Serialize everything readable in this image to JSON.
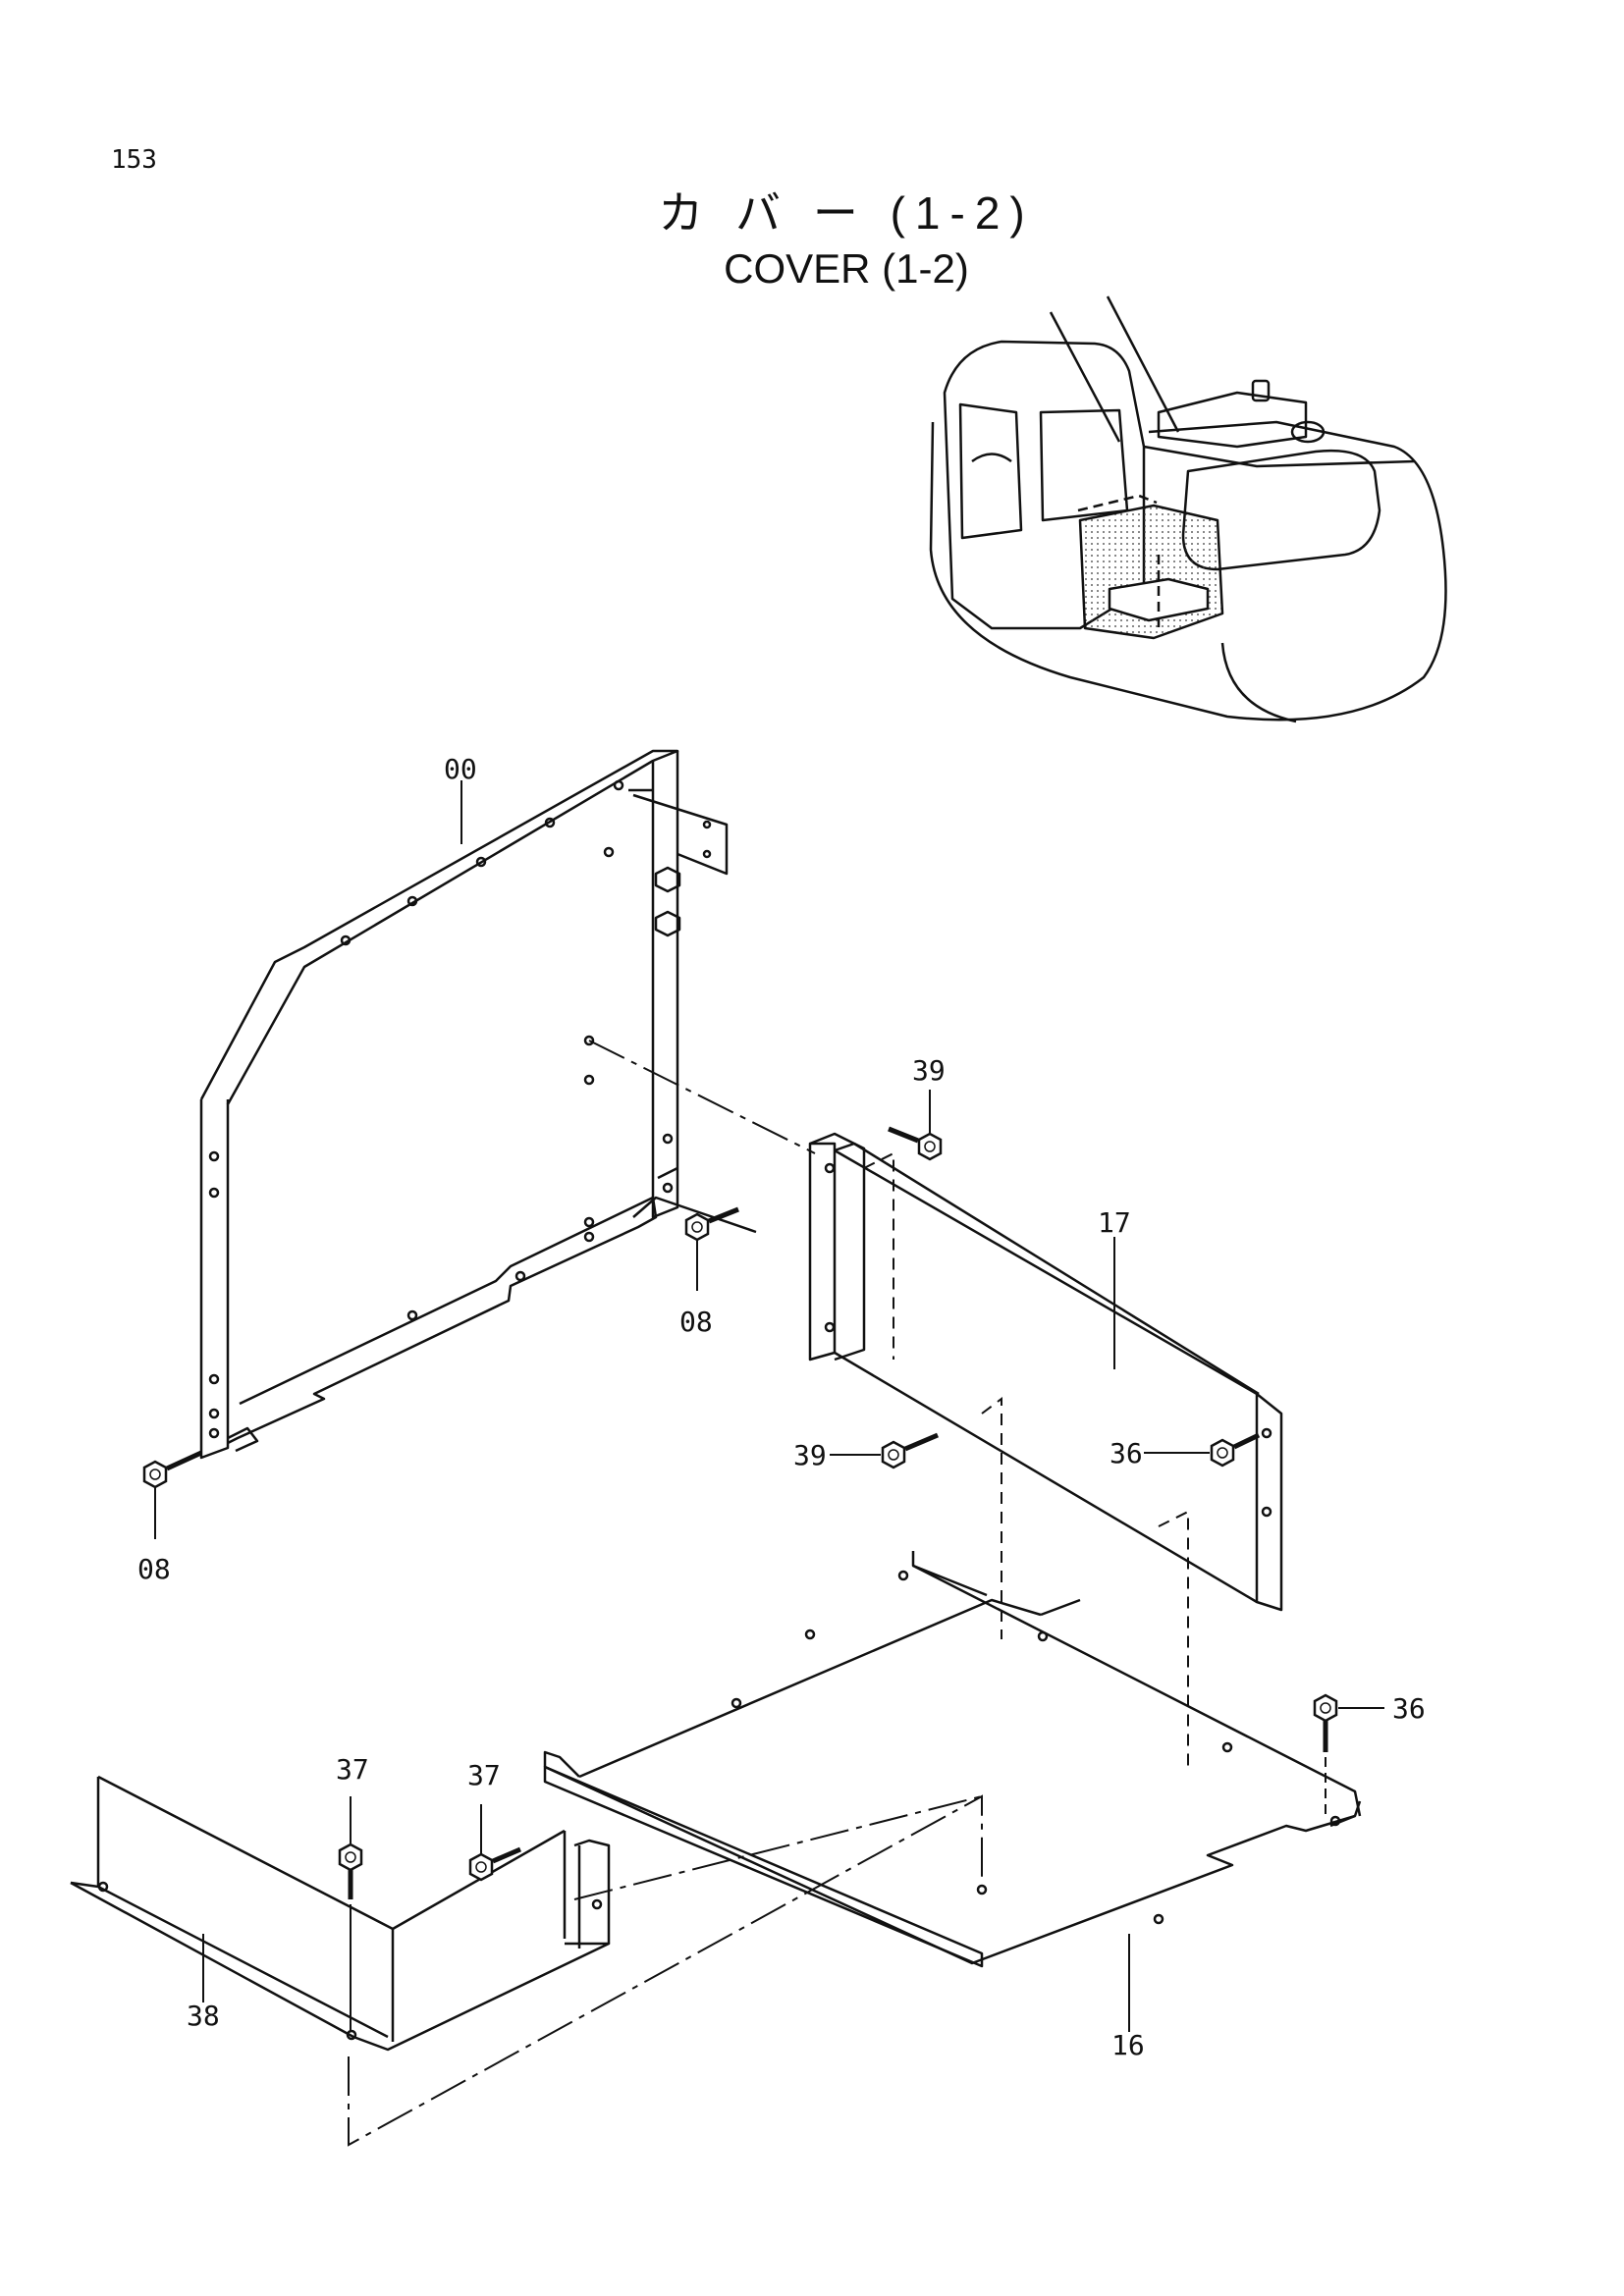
{
  "page_number": "153",
  "title": {
    "japanese": "カ バ ー (1-2)",
    "english": "COVER (1-2)"
  },
  "parts": [
    {
      "id": "00",
      "label": "00"
    },
    {
      "id": "08a",
      "label": "08"
    },
    {
      "id": "08b",
      "label": "08"
    },
    {
      "id": "16",
      "label": "16"
    },
    {
      "id": "17",
      "label": "17"
    },
    {
      "id": "36a",
      "label": "36"
    },
    {
      "id": "36b",
      "label": "36"
    },
    {
      "id": "37a",
      "label": "37"
    },
    {
      "id": "37b",
      "label": "37"
    },
    {
      "id": "38",
      "label": "38"
    },
    {
      "id": "39a",
      "label": "39"
    },
    {
      "id": "39b",
      "label": "39"
    }
  ]
}
